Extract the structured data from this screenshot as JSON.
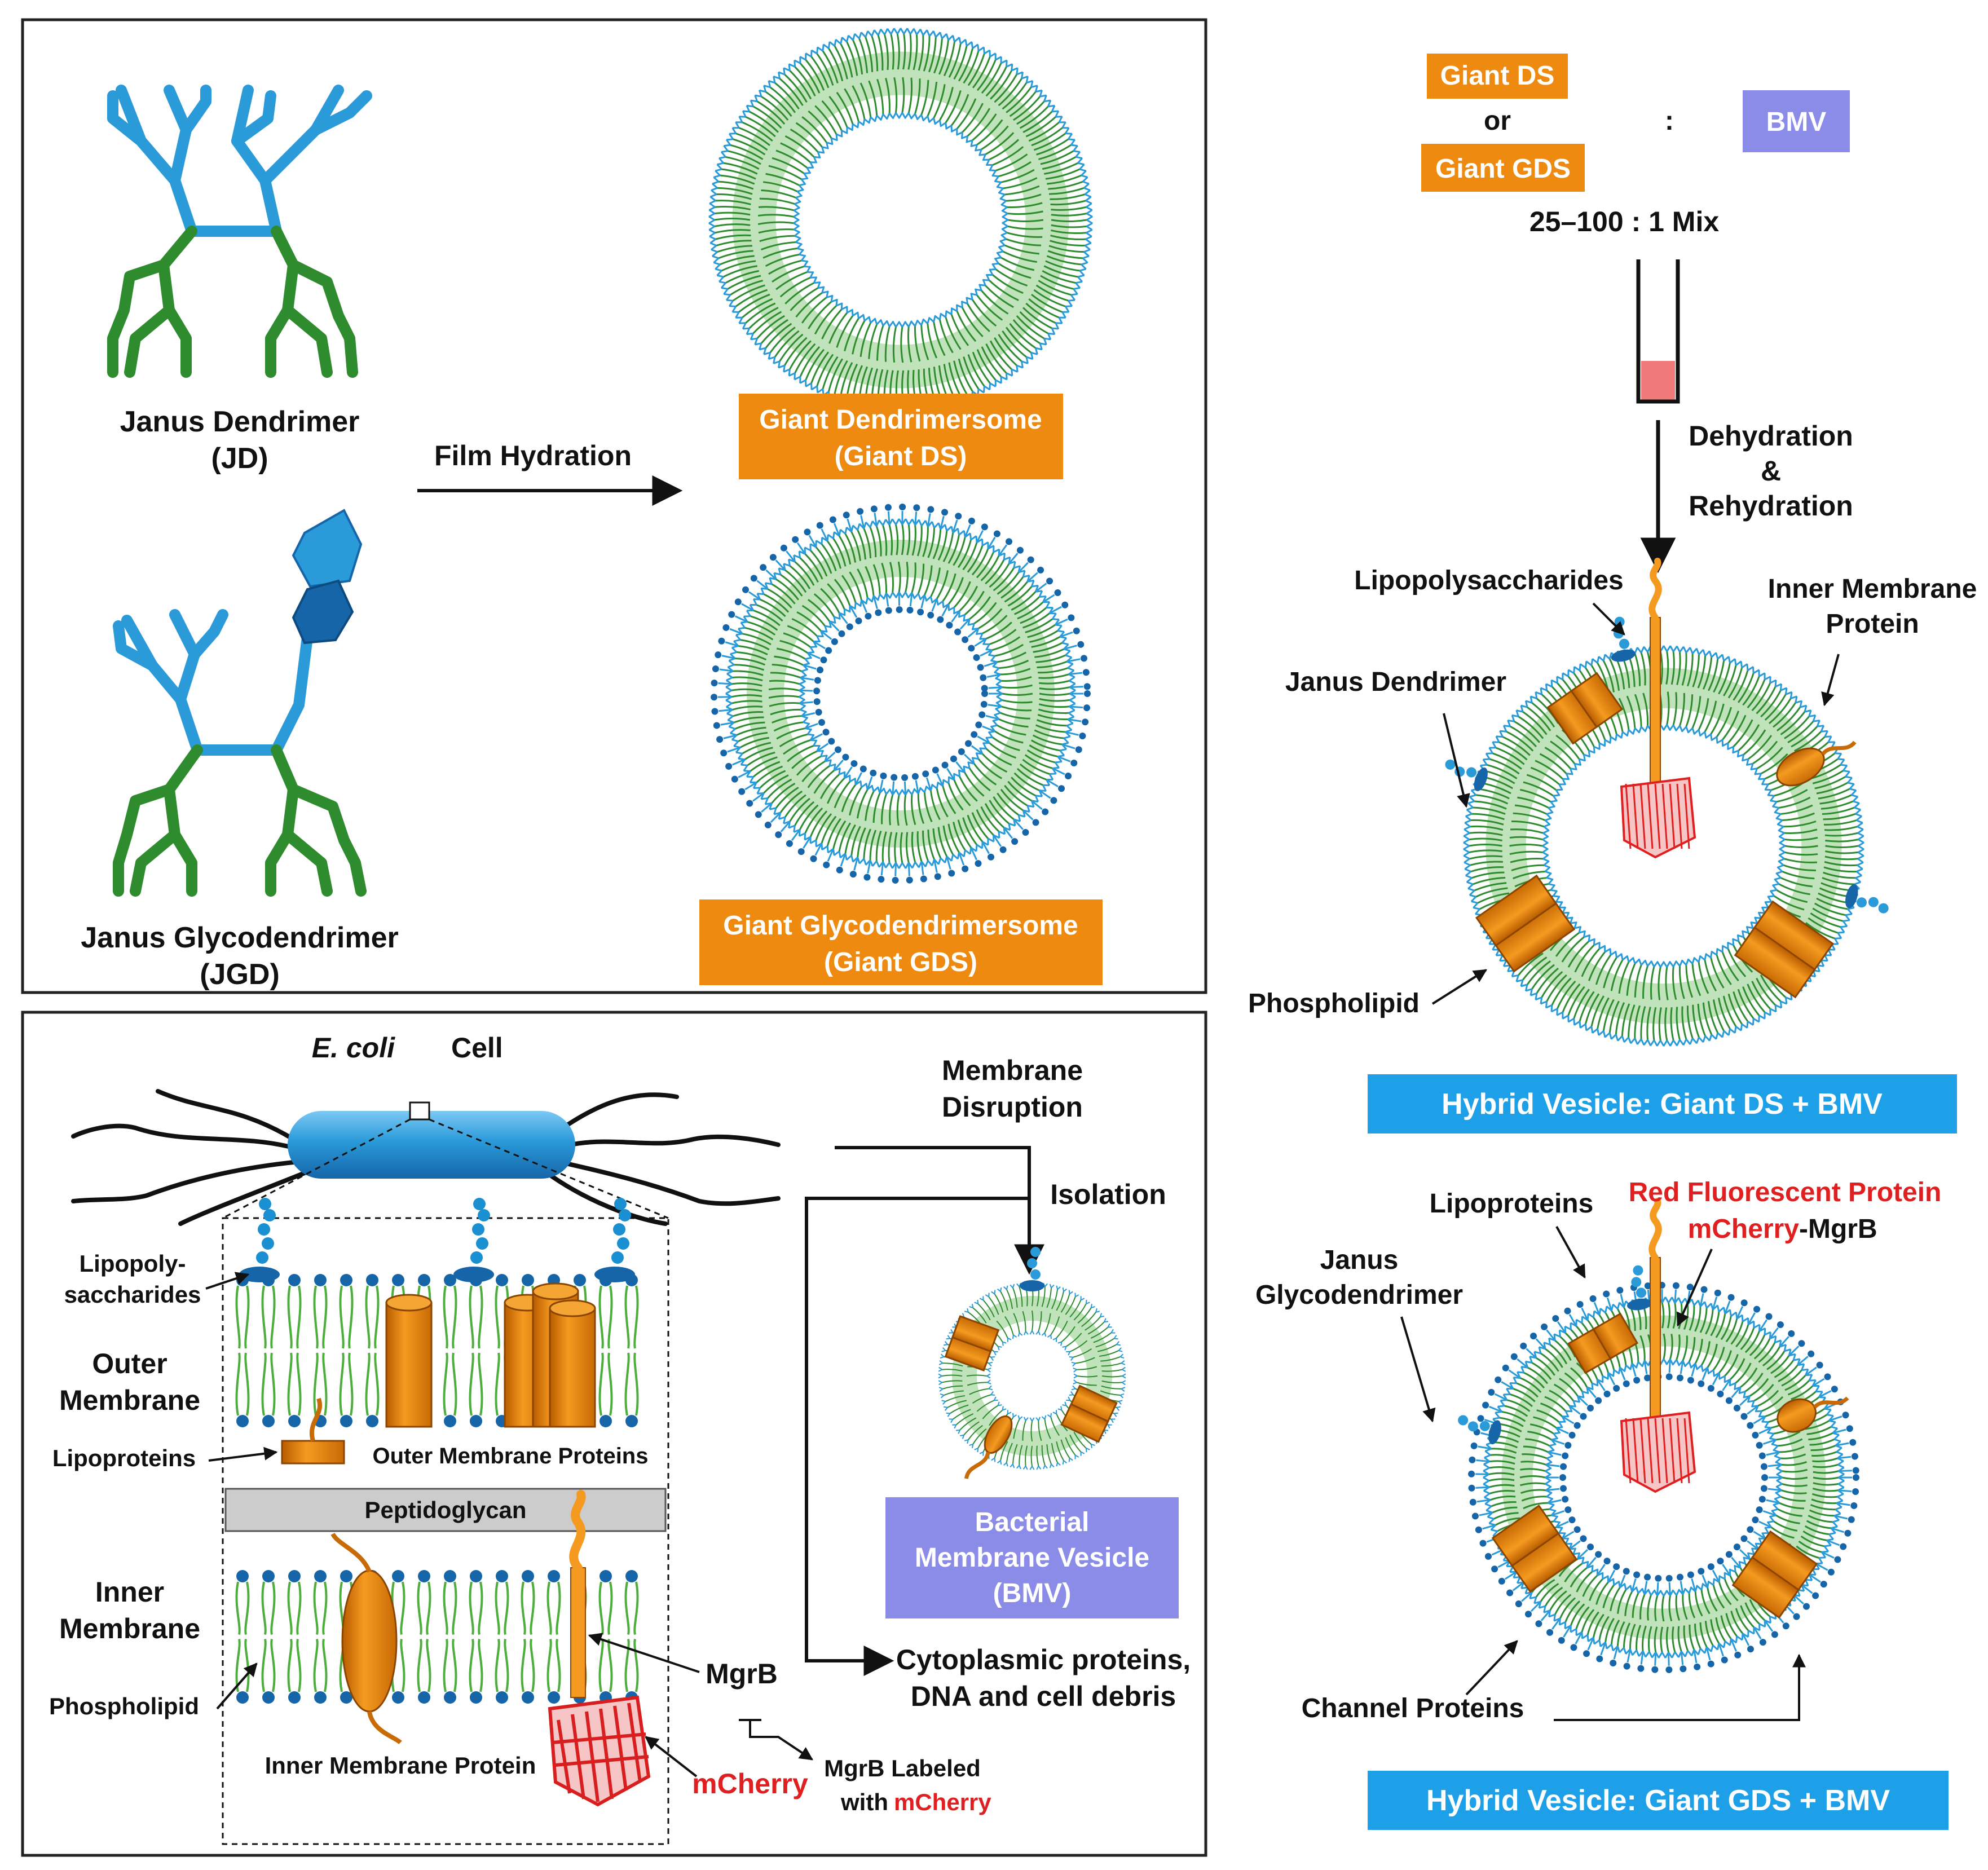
{
  "colors": {
    "blue": "#2a9ad9",
    "dark_blue": "#1565a8",
    "green": "#2e8b2e",
    "light_green": "#4caf3c",
    "orange": "#ee8a10",
    "dark_orange": "#b85c00",
    "purple": "#8b8be8",
    "banner_blue": "#1ea0e8",
    "red": "#e02020",
    "grey": "#cccccc"
  },
  "panel_a": {
    "jd_label_1": "Janus Dendrimer",
    "jd_label_2": "(JD)",
    "jgd_label_1": "Janus Glycodendrimer",
    "jgd_label_2": "(JGD)",
    "film_hydration": "Film Hydration",
    "giant_ds_line1": "Giant Dendrimersome",
    "giant_ds_line2": "(Giant DS)",
    "giant_gds_line1": "Giant Glycodendrimersome",
    "giant_gds_line2": "(Giant GDS)"
  },
  "panel_b": {
    "ecoli_italic": "E. coli",
    "ecoli_cell": "Cell",
    "lps_1": "Lipopoly-",
    "lps_2": "saccharides",
    "outer_membrane_1": "Outer",
    "outer_membrane_2": "Membrane",
    "lipoproteins": "Lipoproteins",
    "outer_membrane_proteins": "Outer Membrane Proteins",
    "peptidoglycan": "Peptidoglycan",
    "inner_membrane_1": "Inner",
    "inner_membrane_2": "Membrane",
    "phospholipid": "Phospholipid",
    "inner_membrane_protein": "Inner Membrane Protein",
    "mgrb": "MgrB",
    "mcherry": "mCherry",
    "mgrb_labeled_1": "MgrB Labeled",
    "mgrb_labeled_2_prefix": "with",
    "mgrb_labeled_2_red": "mCherry",
    "membrane_disruption_1": "Membrane",
    "membrane_disruption_2": "Disruption",
    "isolation": "Isolation",
    "bmv_1": "Bacterial",
    "bmv_2": "Membrane Vesicle",
    "bmv_3": "(BMV)",
    "cytoplasmic_1": "Cytoplasmic proteins,",
    "cytoplasmic_2": "DNA and cell debris"
  },
  "panel_c": {
    "giant_ds": "Giant DS",
    "or": "or",
    "giant_gds": "Giant GDS",
    "colon": ":",
    "bmv": "BMV",
    "mix": "25–100 : 1 Mix",
    "dehydration_1": "Dehydration",
    "dehydration_2": "&",
    "dehydration_3": "Rehydration",
    "lipopolysaccharides": "Lipopolysaccharides",
    "inner_membrane_protein_1": "Inner Membrane",
    "inner_membrane_protein_2": "Protein",
    "janus_dendrimer": "Janus Dendrimer",
    "phospholipid": "Phospholipid",
    "hybrid_ds": "Hybrid Vesicle: Giant DS + BMV",
    "lipoproteins": "Lipoproteins",
    "red_fluorescent": "Red Fluorescent Protein",
    "mcherry_mgrb_red": "mCherry",
    "mcherry_mgrb_black": "-MgrB",
    "janus_glyco_1": "Janus",
    "janus_glyco_2": "Glycodendrimer",
    "channel_proteins": "Channel Proteins",
    "hybrid_gds": "Hybrid Vesicle: Giant GDS + BMV"
  }
}
